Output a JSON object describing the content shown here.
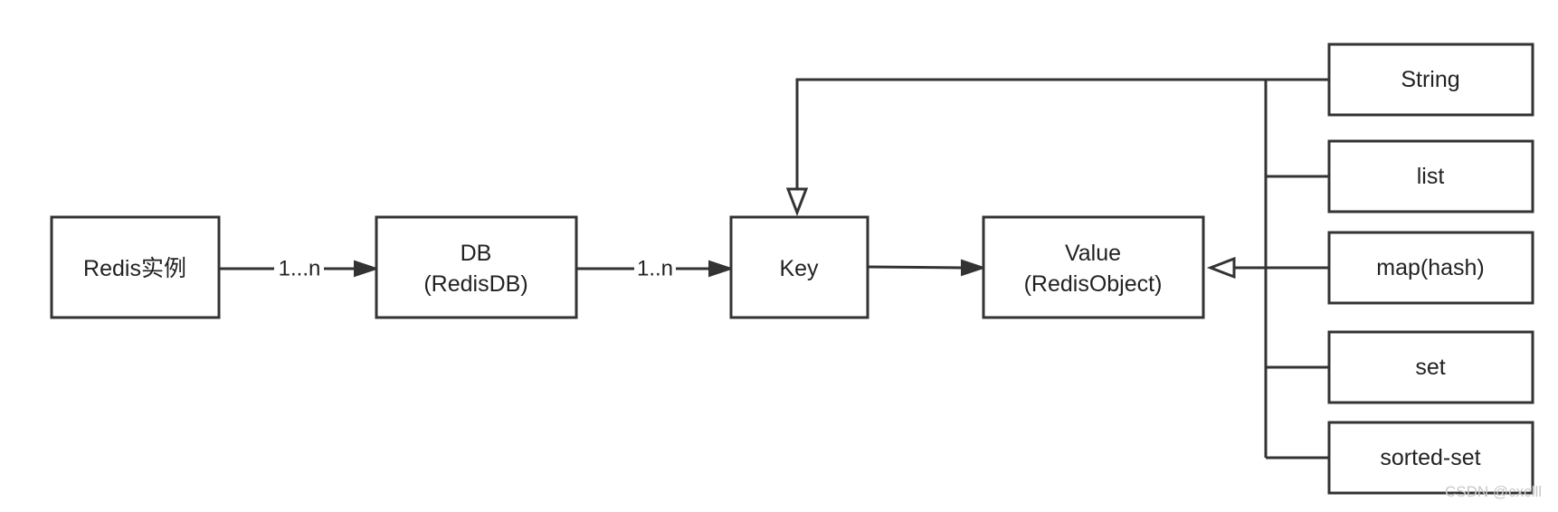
{
  "nodes": {
    "redis": {
      "lines": [
        "Redis实例"
      ]
    },
    "db": {
      "lines": [
        "DB",
        "(RedisDB)"
      ]
    },
    "key": {
      "lines": [
        "Key"
      ]
    },
    "value": {
      "lines": [
        "Value",
        "(RedisObject)"
      ]
    },
    "string": {
      "lines": [
        "String"
      ]
    },
    "list": {
      "lines": [
        "list"
      ]
    },
    "map": {
      "lines": [
        "map(hash)"
      ]
    },
    "set": {
      "lines": [
        "set"
      ]
    },
    "sorted_set": {
      "lines": [
        "sorted-set"
      ]
    }
  },
  "edges": {
    "redis_db_label": "1...n",
    "db_key_label": "1..n"
  },
  "watermark": "CSDN @cxclll",
  "colors": {
    "stroke": "#333333",
    "text": "#222222",
    "watermark": "#c8c8c8",
    "background": "#ffffff"
  }
}
